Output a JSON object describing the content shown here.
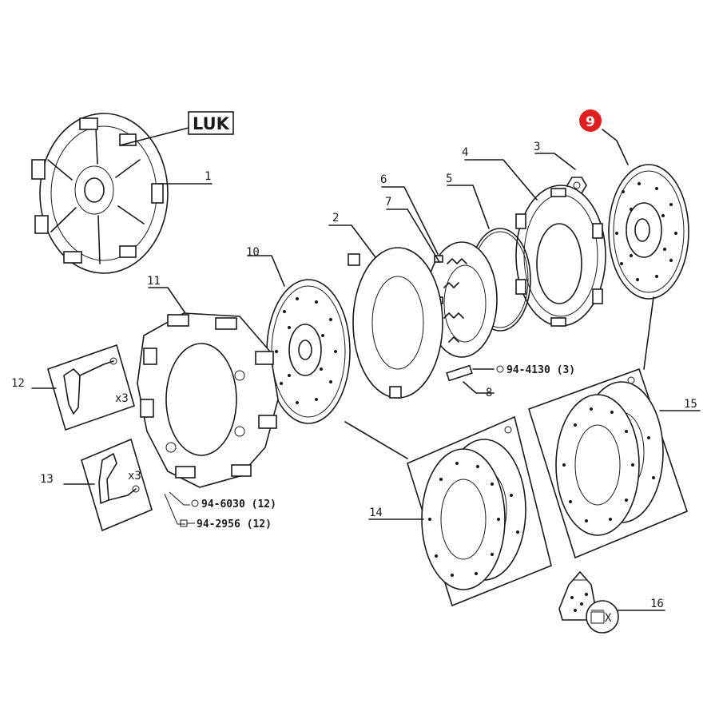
{
  "brand_label": "LUK",
  "highlight": {
    "label": "9",
    "color": "#e02020"
  },
  "callouts": [
    "1",
    "2",
    "3",
    "4",
    "5",
    "6",
    "7",
    "8",
    "10",
    "11",
    "12",
    "13",
    "14",
    "15",
    "16"
  ],
  "multipliers": {
    "item12": "x3",
    "item13": "x3"
  },
  "notes": {
    "note_94_4130": "94-4130 (3)",
    "note_94_6030": "94-6030 (12)",
    "note_94_2956": "94-2956 (12)"
  },
  "kit_symbol_text": "X"
}
